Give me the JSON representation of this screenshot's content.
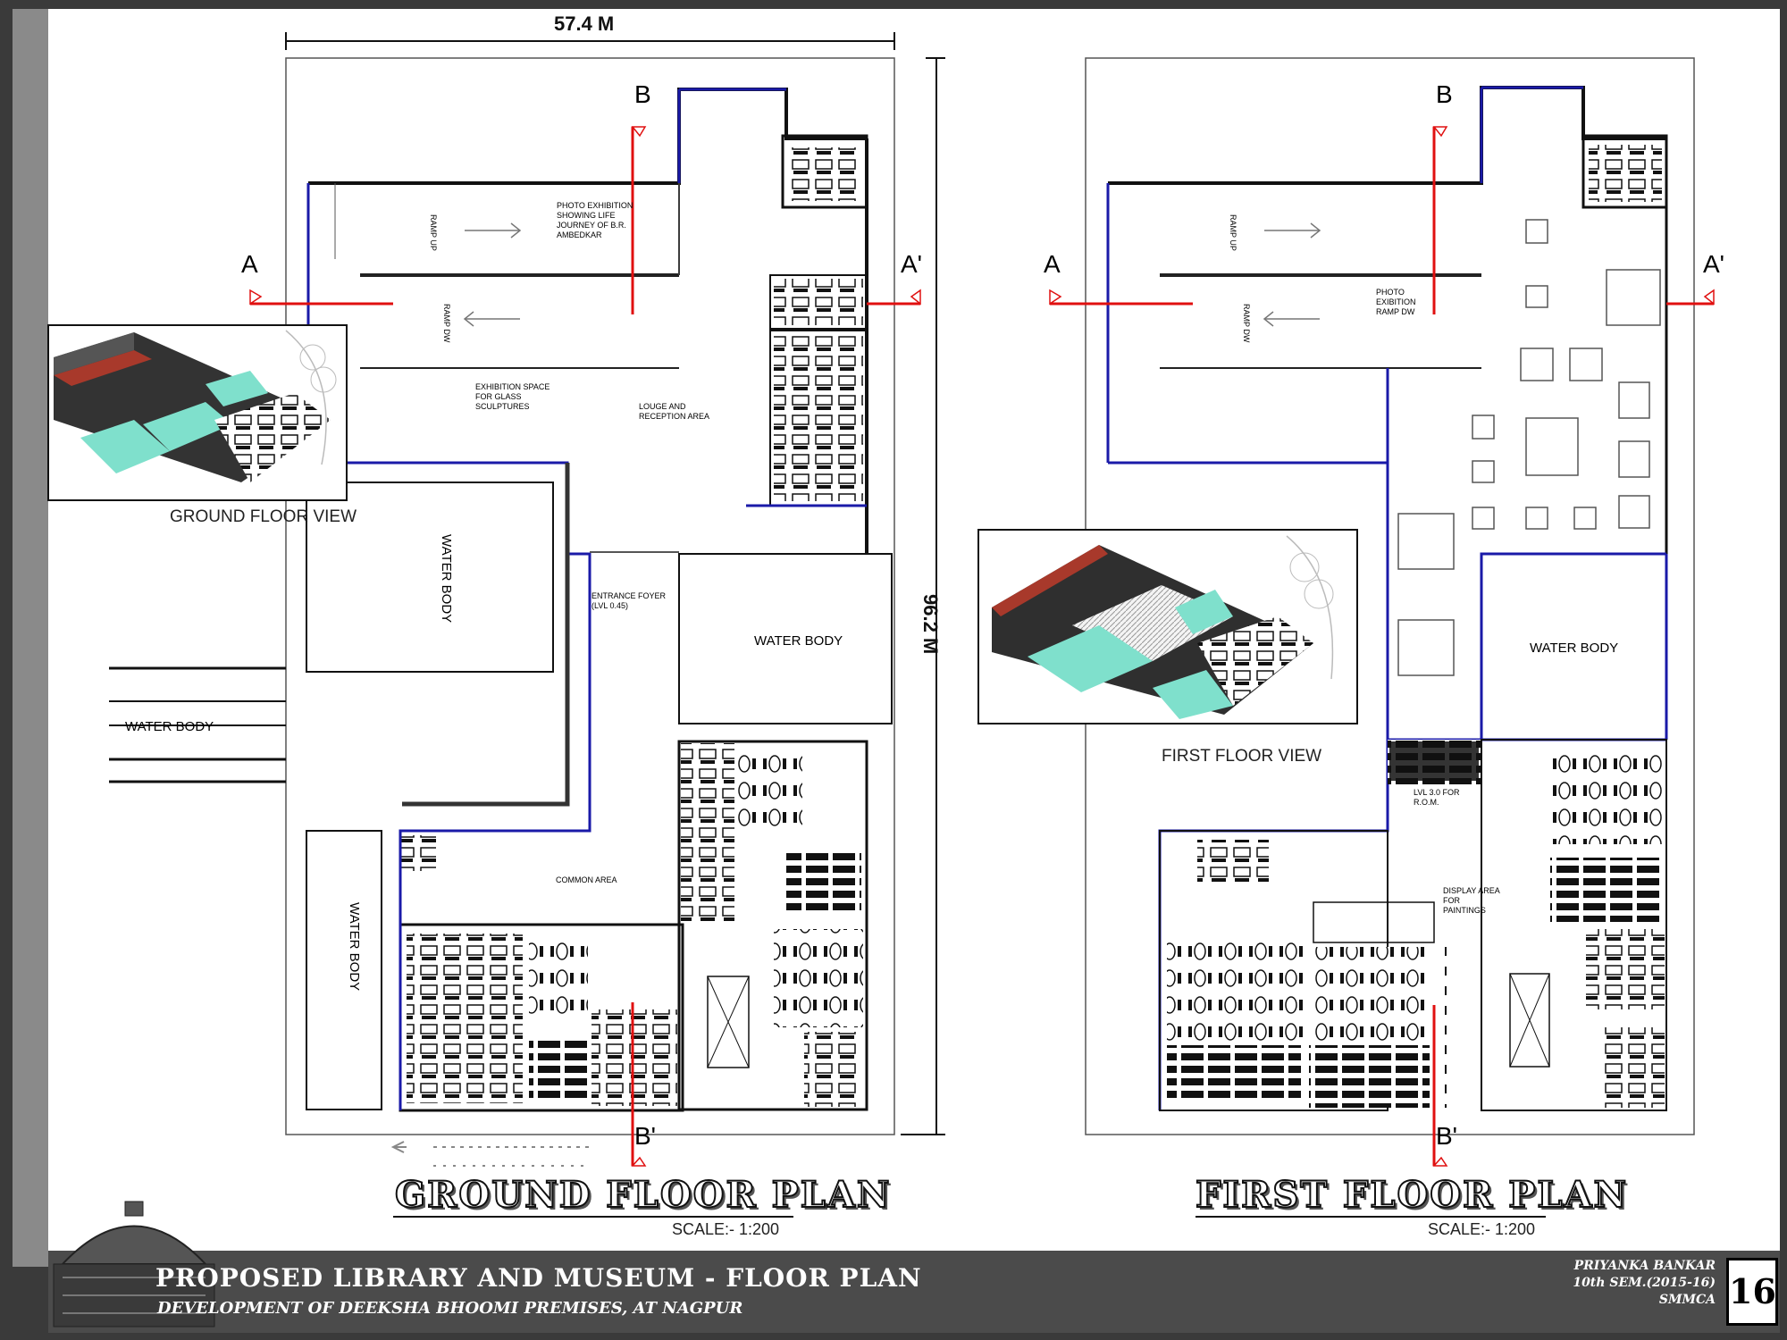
{
  "ground_plan": {
    "title": "GROUND FLOOR PLAN",
    "scale": "SCALE:- 1:200",
    "width_dim": "57.4 M",
    "height_dim": "96.2 M",
    "view_label": "GROUND FLOOR VIEW",
    "sections": {
      "a": "A",
      "a_prime": "A'",
      "b": "B",
      "b_prime": "B'"
    },
    "labels": {
      "water_body_1": "WATER BODY",
      "water_body_2": "WATER BODY",
      "water_body_3": "WATER BODY",
      "water_body_4": "WATER BODY",
      "ramp_up": "RAMP UP",
      "ramp_down": "RAMP DW",
      "photo_exhibition": "PHOTO EXHIBITION SHOWING LIFE JOURNEY OF B.R. AMBEDKAR",
      "exhibition_space": "EXHIBITION SPACE FOR GLASS SCULPTURES",
      "lounge": "LOUGE AND RECEPTION AREA",
      "entrance_foyer": "ENTRANCE FOYER (LVL 0.45)",
      "common_area": "COMMON AREA"
    }
  },
  "first_plan": {
    "title": "FIRST FLOOR PLAN",
    "scale": "SCALE:- 1:200",
    "view_label": "FIRST FLOOR VIEW",
    "sections": {
      "a": "A",
      "a_prime": "A'",
      "b": "B",
      "b_prime": "B'"
    },
    "labels": {
      "water_body": "WATER BODY",
      "ramp_up": "RAMP UP",
      "ramp_down": "RAMP DW",
      "photo_exhibition": "PHOTO EXIBITION RAMP DW",
      "display_area": "DISPLAY AREA FOR PAINTINGS",
      "lvl": "LVL 3.0 FOR R.O.M."
    }
  },
  "title_block": {
    "title": "PROPOSED LIBRARY AND MUSEUM - FLOOR PLAN",
    "subtitle": "DEVELOPMENT OF DEEKSHA BHOOMI PREMISES, AT NAGPUR",
    "author_name": "PRIYANKA BANKAR",
    "author_sem": "10th SEM.(2015-16)",
    "author_college": "SMMCA",
    "sheet_no": "16"
  },
  "colors": {
    "wall": "#111111",
    "blue_wall": "#1a1aa8",
    "section_line": "#e01010",
    "water": "#7fe0cc",
    "title_band": "#4b4b4b"
  }
}
